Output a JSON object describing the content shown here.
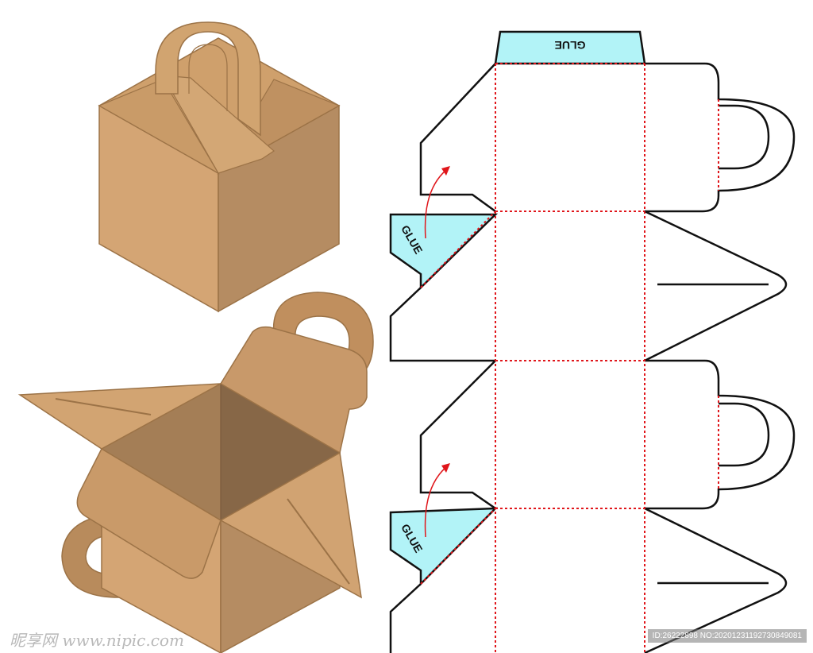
{
  "dieline": {
    "glue_top": "GLUE",
    "glue_flap_1": "GLUE",
    "glue_flap_2": "GLUE"
  },
  "colors": {
    "kraft_light": "#D4A574",
    "kraft_mid": "#C8996A",
    "kraft_dark": "#B58C62",
    "kraft_shadow": "#8B6B48",
    "glue_fill": "#B2F3F7",
    "fold_line": "#E0161B",
    "cut_line": "#111111"
  },
  "watermark": {
    "left": "昵享网 www.nipic.com",
    "right": "ID:26222898 NO:20201231192730849081"
  }
}
